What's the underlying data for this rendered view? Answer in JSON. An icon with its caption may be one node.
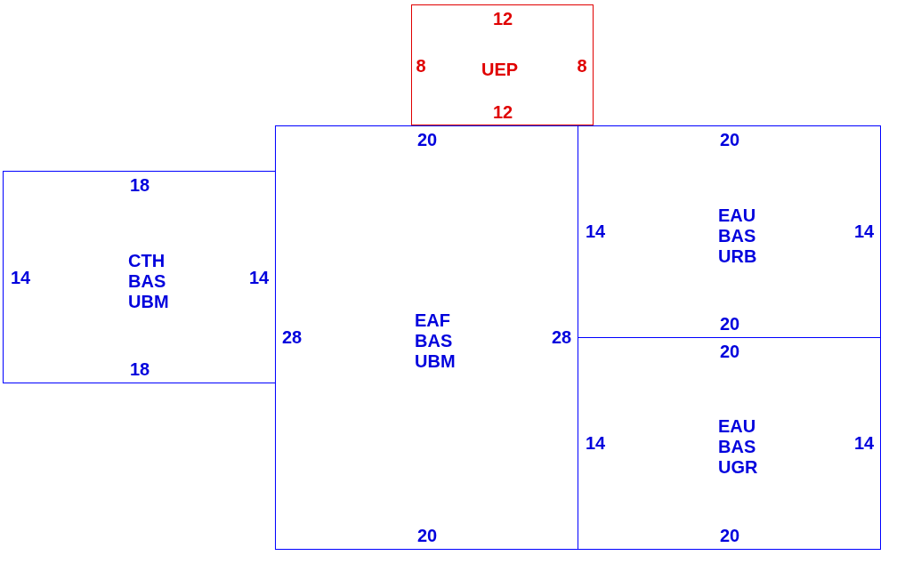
{
  "diagram": {
    "nodes": [
      {
        "text": [
          "12",
          "8",
          "UEP",
          "8",
          "12"
        ]
      },
      {
        "text": [
          "18",
          "14",
          "CTH BAS UBM",
          "14",
          "18"
        ]
      },
      {
        "text": [
          "20",
          "28",
          "EAF BAS UBM",
          "28",
          "20"
        ]
      },
      {
        "text": [
          "20",
          "14",
          "EAU BAS URB",
          "14",
          "20"
        ]
      },
      {
        "text": [
          "20",
          "14",
          "EAU BAS UGR",
          "14",
          "20"
        ]
      }
    ]
  }
}
